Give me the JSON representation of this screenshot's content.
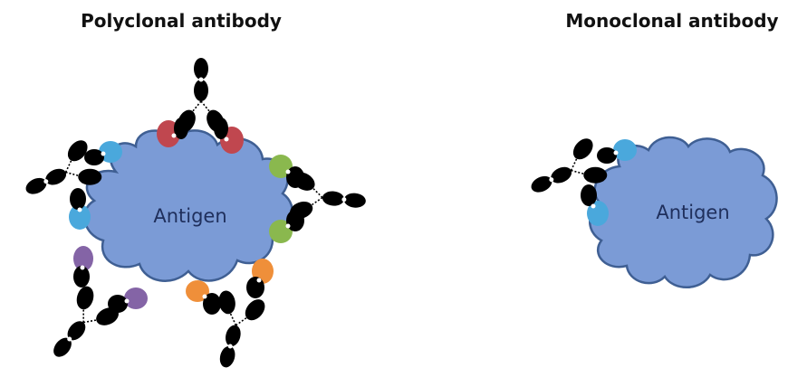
{
  "polyclonal": {
    "title": "Polyclonal antibody",
    "antigen_label": "Antigen"
  },
  "monoclonal": {
    "title": "Monoclonal antibody",
    "antigen_label": "Antigen"
  },
  "colors": {
    "antigen_fill": "#7b9bd6",
    "antigen_outline": "#3f5f93",
    "antibody_heavy_chain": "#000000",
    "epitope_blue": "#4aa8dc",
    "epitope_red": "#c0474f",
    "epitope_green": "#8ab84e",
    "epitope_orange": "#ef8f3a",
    "epitope_purple": "#8464a6"
  }
}
